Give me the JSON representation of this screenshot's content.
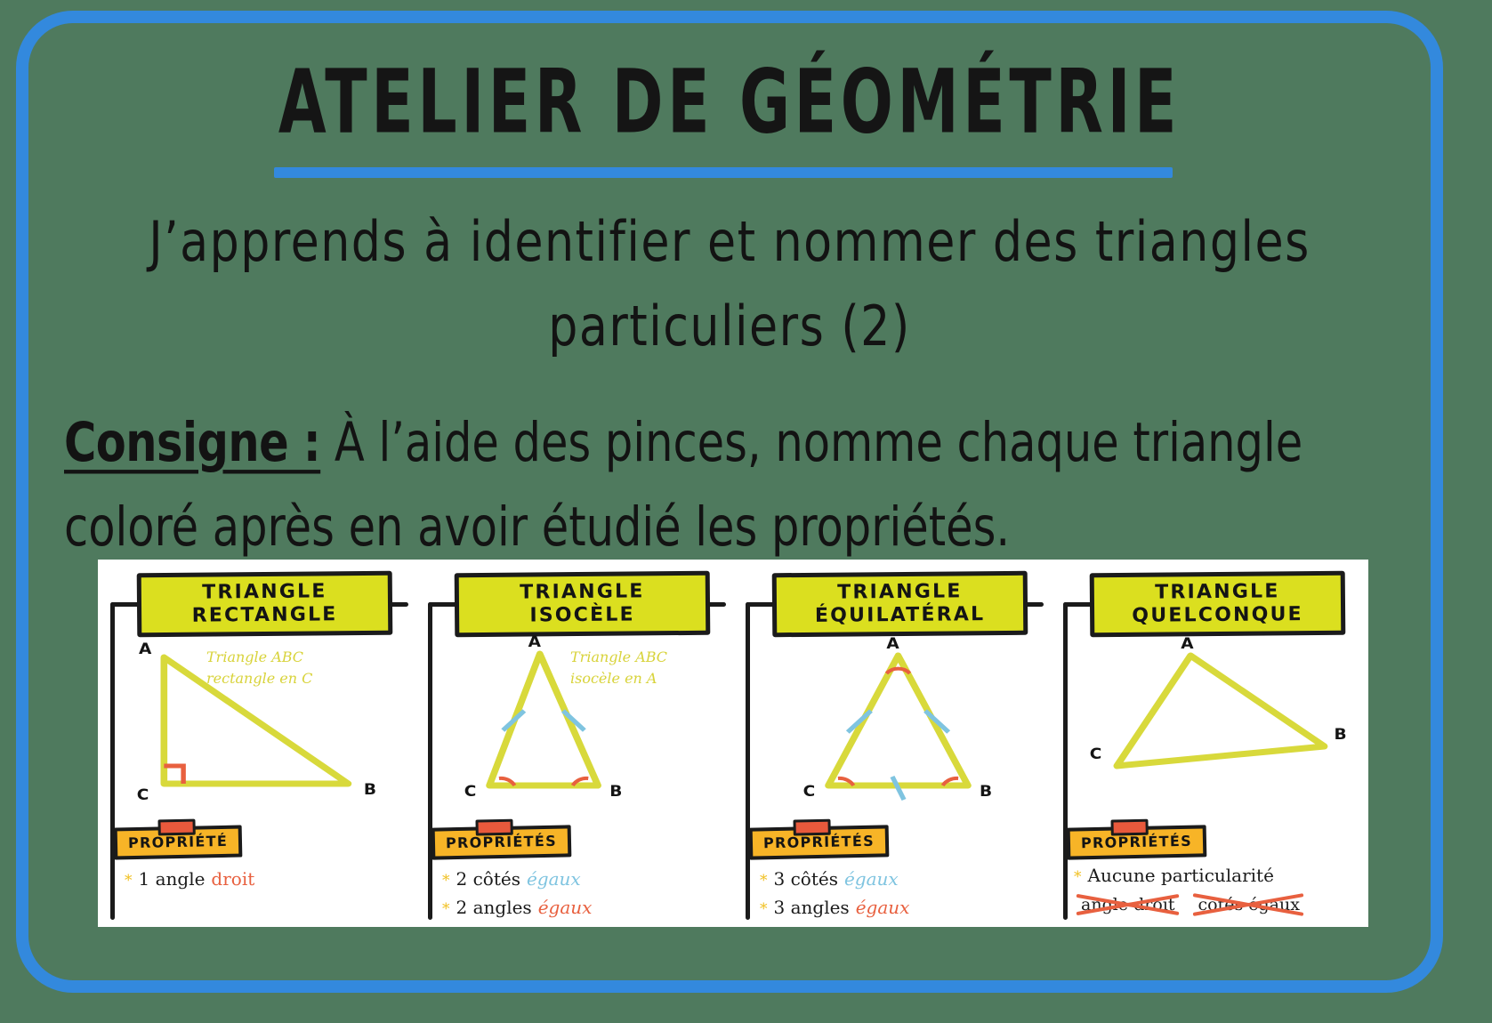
{
  "page": {
    "title": "ATELIER DE GÉOMÉTRIE",
    "subtitle": "J’apprends à identifier et nommer des triangles particuliers (2)",
    "border_color": "#3389dd",
    "background_color": "#4f7a5e"
  },
  "instruction": {
    "lead": "Consigne :",
    "text": " À l’aide des pinces, nomme chaque triangle coloré après en avoir étudié les propriétés."
  },
  "colors": {
    "header_yellow": "#dbdf1f",
    "tag_orange": "#f7b427",
    "clip_red": "#e8593c",
    "triangle_yellow": "#d8d93b",
    "mark_blue": "#7fc4e0",
    "mark_red": "#e8603f",
    "ink": "#1b1b1b"
  },
  "panels": [
    {
      "title_line1": "TRIANGLE",
      "title_line2": "RECTANGLE",
      "vertices": [
        "A",
        "B",
        "C"
      ],
      "note": "Triangle ABC\nrectangle en C",
      "prop_label": "PROPRIÉTÉ",
      "properties": [
        {
          "bullet": "*",
          "plain": "1 angle ",
          "accent": "droit",
          "accent_color": "red"
        }
      ],
      "marks": {
        "right_angle": true,
        "equal_sides": 0,
        "equal_angles": 0
      }
    },
    {
      "title_line1": "TRIANGLE",
      "title_line2": "ISOCÈLE",
      "vertices": [
        "A",
        "B",
        "C"
      ],
      "note": "Triangle ABC\nisocèle en A",
      "prop_label": "PROPRIÉTÉS",
      "properties": [
        {
          "bullet": "*",
          "plain": "2 côtés ",
          "accent": "égaux",
          "accent_color": "blue"
        },
        {
          "bullet": "*",
          "plain": "2 angles ",
          "accent": "égaux",
          "accent_color": "red"
        }
      ],
      "marks": {
        "right_angle": false,
        "equal_sides": 2,
        "equal_angles": 2
      }
    },
    {
      "title_line1": "TRIANGLE",
      "title_line2": "ÉQUILATÉRAL",
      "vertices": [
        "A",
        "B",
        "C"
      ],
      "note": "",
      "prop_label": "PROPRIÉTÉS",
      "properties": [
        {
          "bullet": "*",
          "plain": "3 côtés ",
          "accent": "égaux",
          "accent_color": "blue"
        },
        {
          "bullet": "*",
          "plain": "3 angles ",
          "accent": "égaux",
          "accent_color": "red"
        }
      ],
      "marks": {
        "right_angle": false,
        "equal_sides": 3,
        "equal_angles": 3
      }
    },
    {
      "title_line1": "TRIANGLE",
      "title_line2": "QUELCONQUE",
      "vertices": [
        "A",
        "B",
        "C"
      ],
      "note": "",
      "prop_label": "PROPRIÉTÉS",
      "properties": [
        {
          "bullet": "*",
          "plain": "Aucune particularité",
          "accent": "",
          "accent_color": ""
        }
      ],
      "struck_items": [
        "angle droit",
        "côtés égaux"
      ],
      "marks": {
        "right_angle": false,
        "equal_sides": 0,
        "equal_angles": 0
      }
    }
  ]
}
